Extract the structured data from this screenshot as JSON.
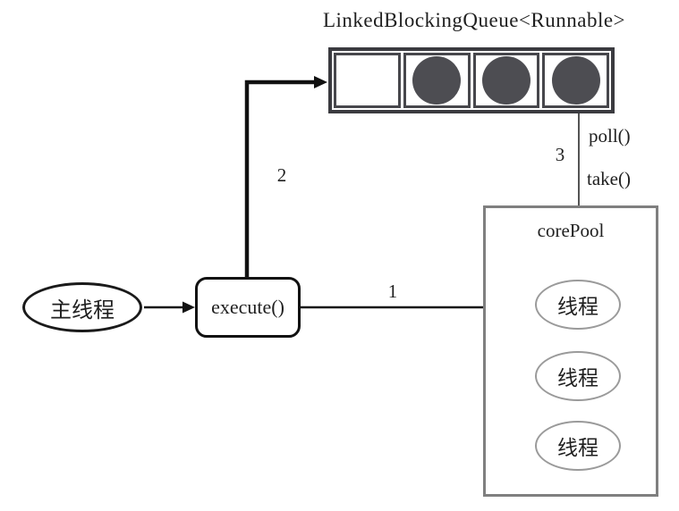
{
  "diagram": {
    "title": "LinkedBlockingQueue<Runnable>",
    "queue": {
      "cells": [
        {
          "filled": false
        },
        {
          "filled": true
        },
        {
          "filled": true
        },
        {
          "filled": true
        }
      ],
      "task_color": "#4d4d52",
      "border_color": "#3b3b40"
    },
    "main_thread": {
      "label": "主线程"
    },
    "execute": {
      "label": "execute()"
    },
    "core_pool": {
      "label": "corePool",
      "border_color": "#7f7f7f",
      "threads": [
        {
          "label": "线程"
        },
        {
          "label": "线程"
        },
        {
          "label": "线程"
        }
      ]
    },
    "labels": {
      "step1": "1",
      "step2": "2",
      "step3": "3",
      "poll": "poll()",
      "take": "take()"
    }
  }
}
